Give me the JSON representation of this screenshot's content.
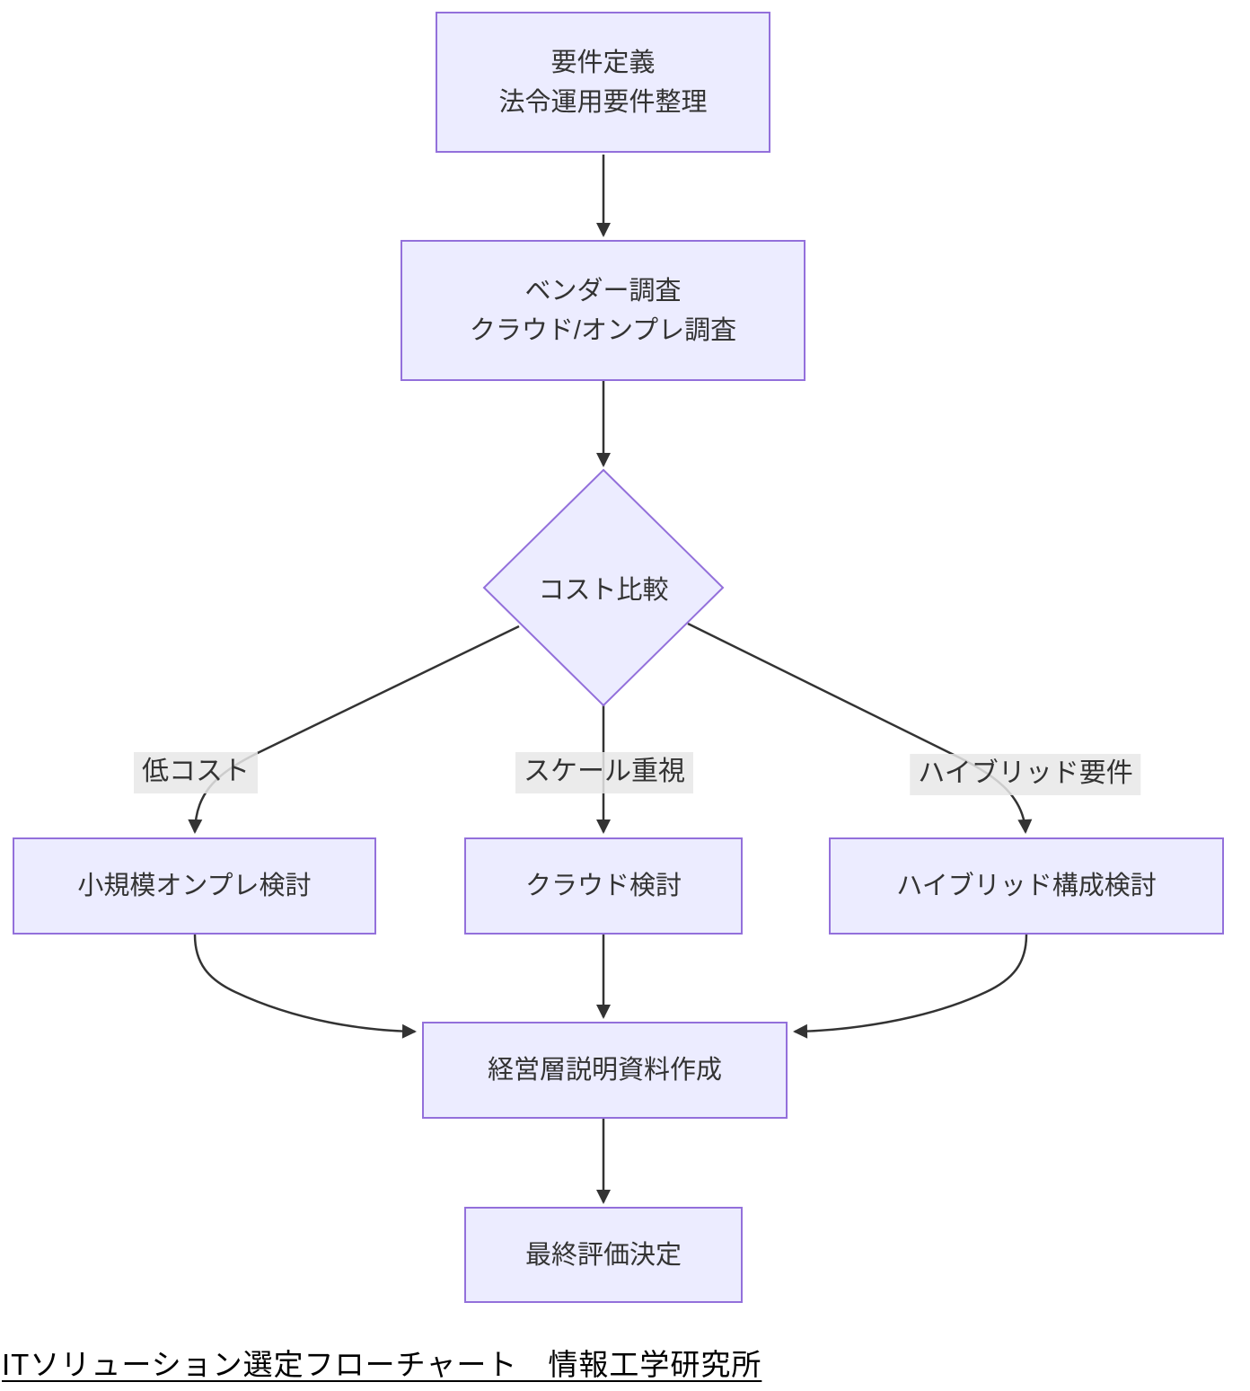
{
  "nodes": {
    "requirements": {
      "line1": "要件定義",
      "line2": "法令運用要件整理"
    },
    "vendor": {
      "line1": "ベンダー調査",
      "line2": "クラウド/オンプレ調査"
    },
    "decision": {
      "label": "コスト比較"
    },
    "onprem": {
      "label": "小規模オンプレ検討"
    },
    "cloud": {
      "label": "クラウド検討"
    },
    "hybrid": {
      "label": "ハイブリッド構成検討"
    },
    "material": {
      "label": "経営層説明資料作成"
    },
    "final": {
      "label": "最終評価決定"
    }
  },
  "edge_labels": {
    "low_cost": "低コスト",
    "scale": "スケール重視",
    "hybrid_req": "ハイブリッド要件"
  },
  "footer": {
    "text": "ITソリューション選定フローチャート　情報工学研究所"
  },
  "colors": {
    "node-fill": "#ECECFF",
    "node-border": "#9370DB",
    "edge-color": "#333333",
    "text-color": "#333333",
    "edge-label-bg": "#E8E8E8",
    "footer-color": "#000000",
    "canvas-bg": "#FFFFFF"
  }
}
